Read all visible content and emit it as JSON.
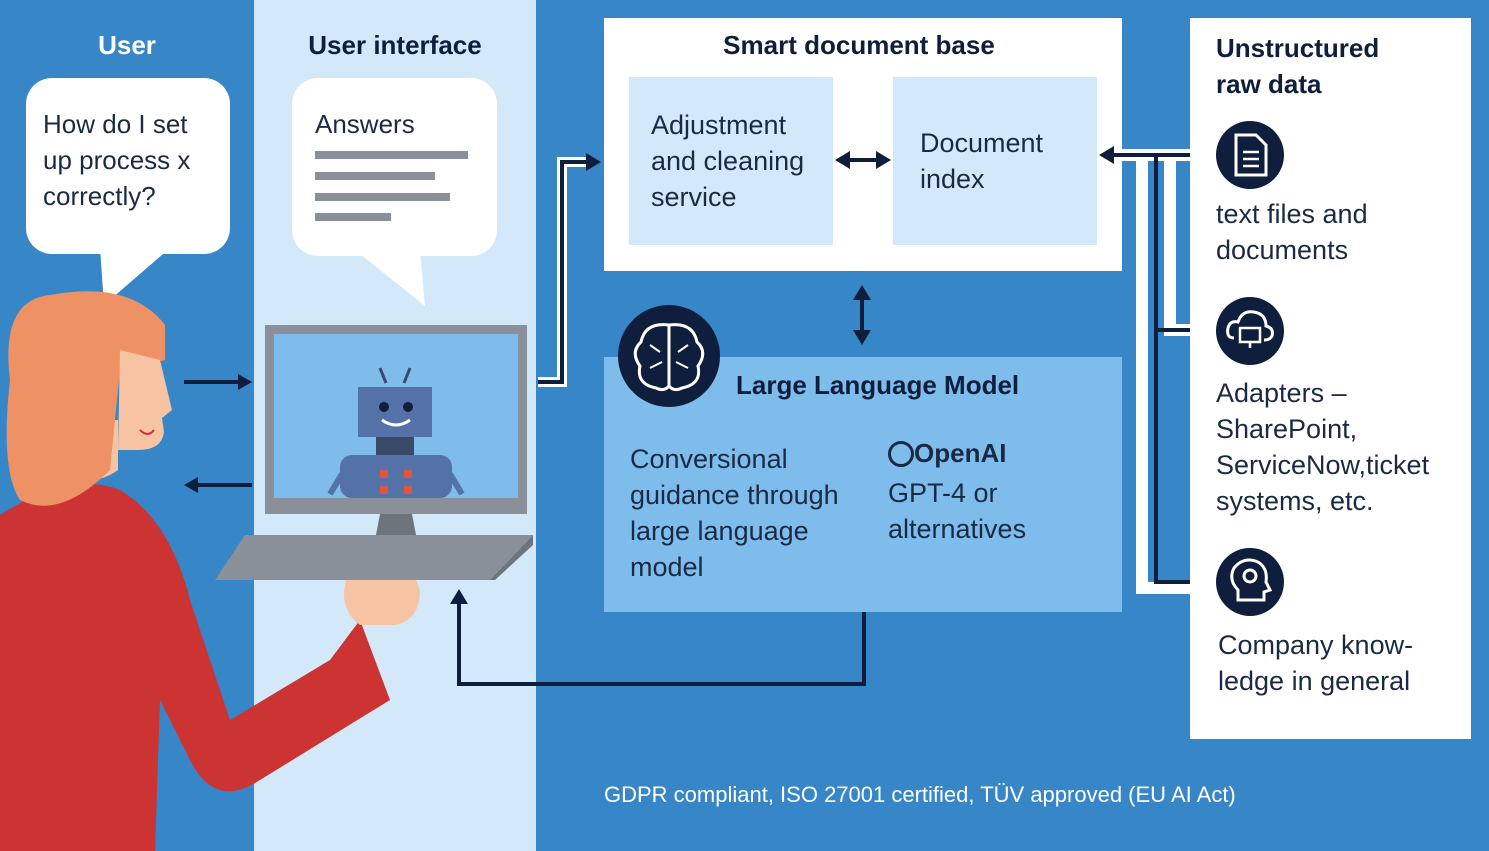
{
  "columns": {
    "user_title": "User",
    "ui_title": "User interface"
  },
  "user_bubble": {
    "text": "How do I set up process x correctly?"
  },
  "ui_bubble": {
    "text": "Answers"
  },
  "smart_doc": {
    "title": "Smart document base",
    "adjust_service": "Adjustment and cleaning service",
    "doc_index": "Document index"
  },
  "llm": {
    "title": "Large Language Model",
    "description": "Conversional guidance through large language model",
    "openai_logo": "OpenAI",
    "model": "GPT-4 or alternatives"
  },
  "raw_data": {
    "title": "Unstructured raw data",
    "items": [
      {
        "icon": "document-icon",
        "label": "text files and documents"
      },
      {
        "icon": "cloud-monitor-icon",
        "label": "Adapters – SharePoint, ServiceNow,ticket systems, etc."
      },
      {
        "icon": "head-gear-icon",
        "label": "Company know-ledge in general"
      }
    ]
  },
  "footer": {
    "compliance": "GDPR compliant, ISO 27001 certified, TÜV approved (EU AI Act)"
  },
  "colors": {
    "primary_blue": "#3786C8",
    "light_blue": "#D3E9FA",
    "llm_blue": "#7DBCEB",
    "navy": "#0E1E3C",
    "skin": "#F6C4A3",
    "hair": "#EE9165",
    "shirt": "#CC3333"
  }
}
